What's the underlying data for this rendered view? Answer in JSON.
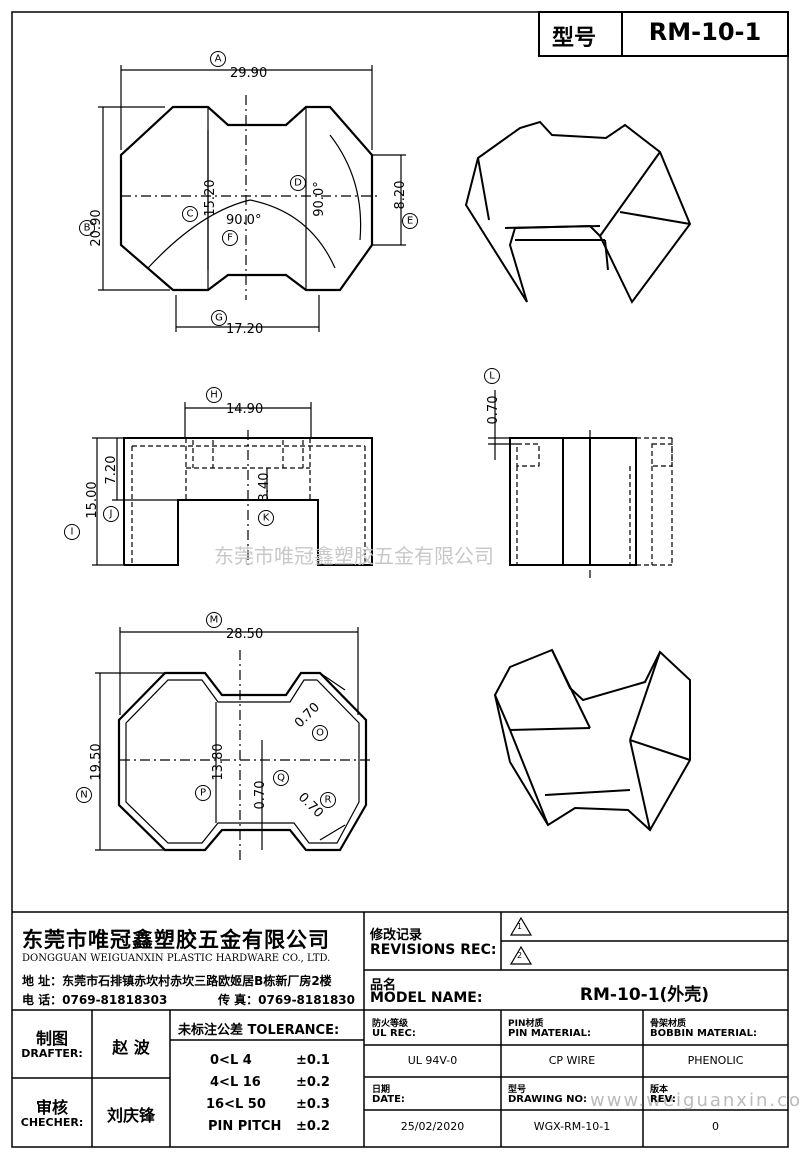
{
  "model_header": {
    "label": "型号",
    "value": "RM-10-1"
  },
  "watermark": "东莞市唯冠鑫塑胶五金有限公司",
  "watermark_url": "www.weiguanxin.com",
  "dimensions": {
    "top_view": {
      "A": "29.90",
      "B": "20.90",
      "C": "15.20",
      "D": "90.0°",
      "E": "8.20",
      "F": "90.0°",
      "G": "17.20"
    },
    "side_view": {
      "H": "14.90",
      "I": "15.00",
      "J": "7.20",
      "K": "3.40",
      "L": "0.70"
    },
    "bottom_view": {
      "M": "28.50",
      "N": "19.50",
      "O": "0.70",
      "P": "13.80",
      "Q": "0.70",
      "R": "0.70"
    },
    "labels": [
      "A",
      "B",
      "C",
      "D",
      "E",
      "F",
      "G",
      "H",
      "I",
      "J",
      "K",
      "L",
      "M",
      "N",
      "O",
      "P",
      "Q",
      "R"
    ]
  },
  "company": {
    "name_cn": "东莞市唯冠鑫塑胶五金有限公司",
    "name_en": "DONGGUAN WEIGUANXIN PLASTIC HARDWARE CO., LTD.",
    "address": "地 址：东莞市石排镇赤坎村赤坎三路欧姬居B栋新厂房2楼",
    "phone": "电 话：0769-81818303",
    "fax": "传 真：0769-8181830"
  },
  "revisions": {
    "label_cn": "修改记录",
    "label_en": "REVISIONS REC:",
    "marks": [
      "1",
      "2"
    ]
  },
  "model_name": {
    "label_cn": "品名",
    "label_en": "MODEL NAME:",
    "value": "RM-10-1(外壳)"
  },
  "drafter": {
    "label_cn": "制图",
    "label_en": "DRAFTER:",
    "name": "赵 波"
  },
  "checker": {
    "label_cn": "审核",
    "label_en": "CHECHER:",
    "name": "刘庆锋"
  },
  "tolerance": {
    "title": "未标注公差 TOLERANCE:",
    "rows": [
      {
        "range": "0<L  4",
        "value": "±0.1"
      },
      {
        "range": "4<L  16",
        "value": "±0.2"
      },
      {
        "range": "16<L  50",
        "value": "±0.3"
      },
      {
        "range": "PIN PITCH",
        "value": "±0.2"
      }
    ]
  },
  "specs": {
    "ul": {
      "label_cn": "防火等级",
      "label_en": "UL REC:",
      "value": "UL 94V-0"
    },
    "pin": {
      "label_cn": "PIN材质",
      "label_en": "PIN MATERIAL:",
      "value": "CP WIRE"
    },
    "bobbin": {
      "label_cn": "骨架材质",
      "label_en": "BOBBIN MATERIAL:",
      "value": "PHENOLIC"
    },
    "date": {
      "label_cn": "日期",
      "label_en": "DATE:",
      "value": "25/02/2020"
    },
    "drawing": {
      "label_cn": "型号",
      "label_en": "DRAWING NO:",
      "value": "WGX-RM-10-1"
    },
    "rev": {
      "label_cn": "版本",
      "label_en": "REV:",
      "value": "0"
    }
  }
}
